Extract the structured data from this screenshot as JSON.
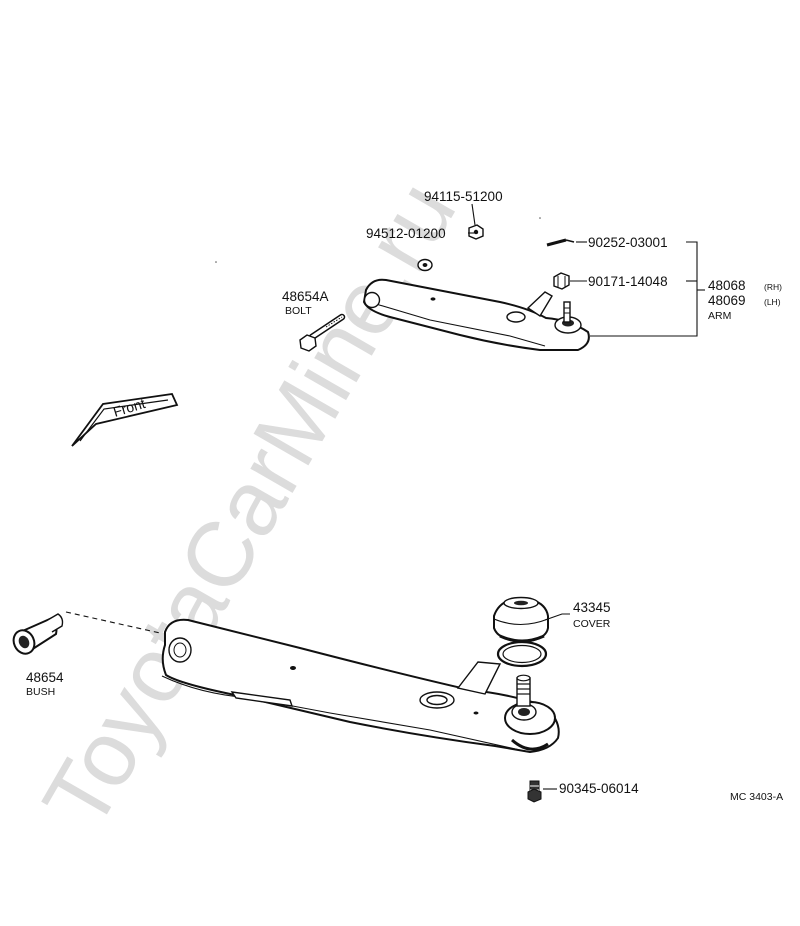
{
  "watermark": "ToyotaCarMine.ru",
  "front_label": "Front",
  "diagram_code": "MC 3403-A",
  "upper": {
    "p1": "94115-51200",
    "p2": "94512-01200",
    "p3": "90252-03001",
    "p4": "90171-14048",
    "arm_rh": "48068",
    "arm_rh_side": "(RH)",
    "arm_lh": "48069",
    "arm_lh_side": "(LH)",
    "arm_name": "ARM",
    "bolt_no": "48654A",
    "bolt_name": "BOLT"
  },
  "lower": {
    "bush_no": "48654",
    "bush_name": "BUSH",
    "cover_no": "43345",
    "cover_name": "COVER",
    "bolt_no": "90345-06014"
  }
}
